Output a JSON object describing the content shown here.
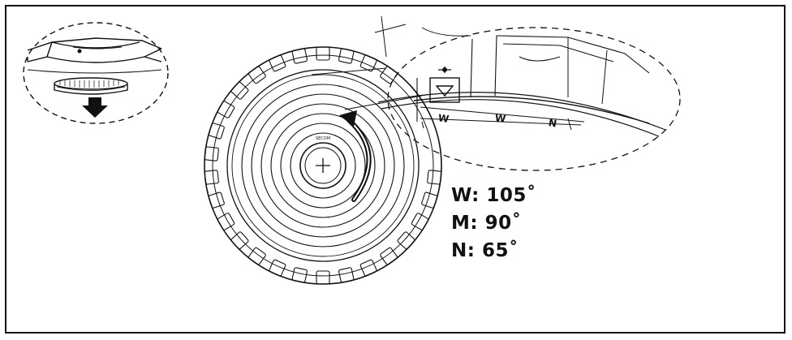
{
  "labels": {
    "wide": "W: 105˚",
    "medium": "M: 90˚",
    "narrow": "N: 65˚"
  },
  "mark_letters": {
    "first": "W",
    "second": "W",
    "third": "N"
  },
  "colors": {
    "line": "#111111",
    "arrow": "#111111",
    "background": "#ffffff"
  }
}
